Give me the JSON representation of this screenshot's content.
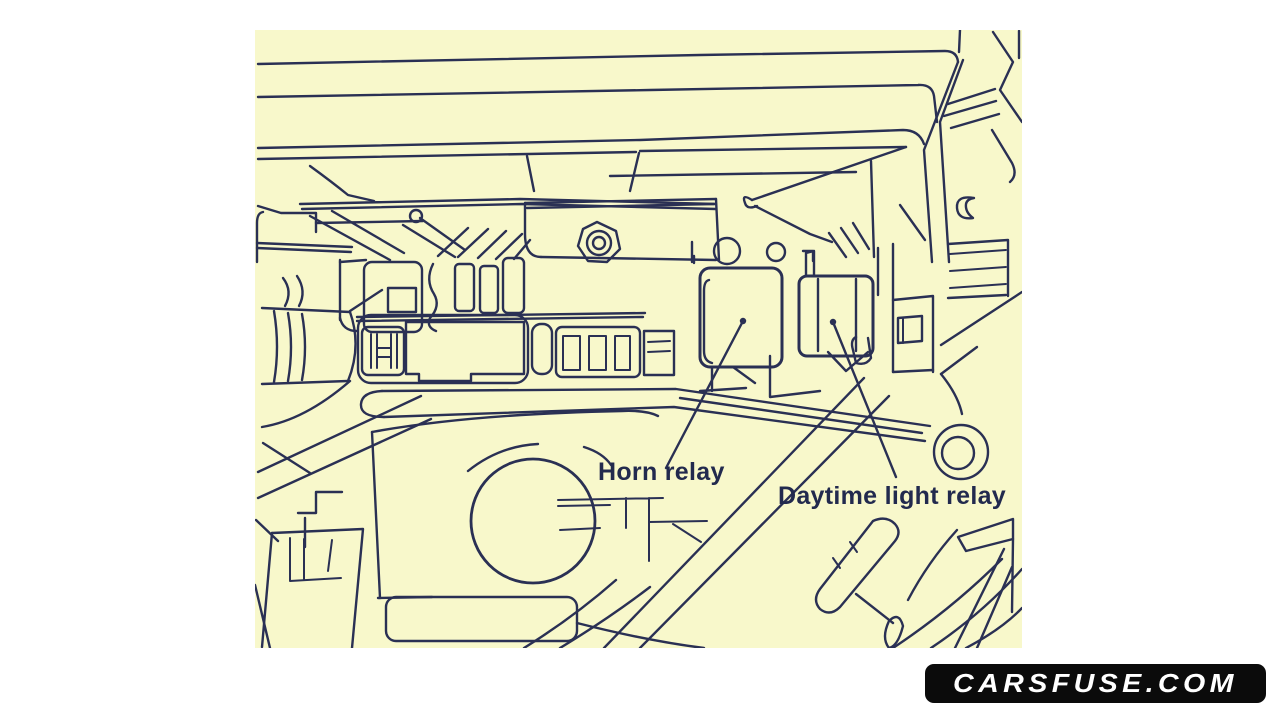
{
  "colors": {
    "page-bg": "#ffffff",
    "canvas-bg": "#f8f8cb",
    "ink": "#2a3054",
    "label-ink": "#222a4e",
    "badge-bg": "#0b0b0b",
    "badge-text": "#ffffff"
  },
  "diagram": {
    "labels": {
      "horn_relay": "Horn relay",
      "daytime_light_relay": "Daytime light relay"
    }
  },
  "watermark": {
    "text": "CARSFUSE.COM"
  }
}
